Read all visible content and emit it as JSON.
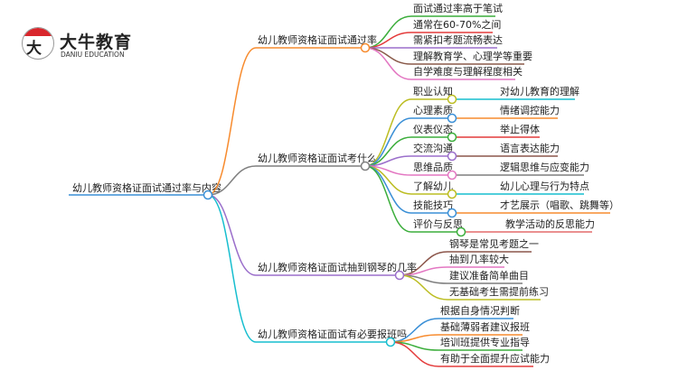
{
  "logo": {
    "cn": "大牛教育",
    "en": "DANIU EDUCATION",
    "mark": "大牛"
  },
  "root": {
    "label": "幼儿教师资格证面试通过率与内容",
    "color": "#3a8fd6"
  },
  "branches": [
    {
      "label": "幼儿教师资格证面试通过率",
      "color": "#f78b2e",
      "children": [
        {
          "label": "面试通过率高于笔试",
          "color": "#3cae3c"
        },
        {
          "label": "通常在60-70%之间",
          "color": "#e43b3b"
        },
        {
          "label": "需紧扣考题流畅表达",
          "color": "#9b6fcb"
        },
        {
          "label": "理解教育学、心理学等重要",
          "color": "#8a5a4a"
        },
        {
          "label": "自学难度与理解程度相关",
          "color": "#e377c2"
        }
      ]
    },
    {
      "label": "幼儿教师资格证面试考什么",
      "color": "#7f7f7f",
      "children": [
        {
          "label": "职业认知",
          "color": "#bcbd22",
          "detail": "对幼儿教育的理解",
          "detail_color": "#17becf"
        },
        {
          "label": "心理素质",
          "color": "#3a8fd6",
          "detail": "情绪调控能力",
          "detail_color": "#f78b2e"
        },
        {
          "label": "仪表仪态",
          "color": "#3cae3c",
          "detail": "举止得体",
          "detail_color": "#e43b3b"
        },
        {
          "label": "交流沟通",
          "color": "#9b6fcb",
          "detail": "语言表达能力",
          "detail_color": "#8c564b"
        },
        {
          "label": "思维品质",
          "color": "#e377c2",
          "detail": "逻辑思维与应变能力",
          "detail_color": "#7f7f7f"
        },
        {
          "label": "了解幼儿",
          "color": "#bcbd22",
          "detail": "幼儿心理与行为特点",
          "detail_color": "#17becf"
        },
        {
          "label": "技能技巧",
          "color": "#3a8fd6",
          "detail": "才艺展示（唱歌、跳舞等）",
          "detail_color": "#f78b2e"
        },
        {
          "label": "评价与反思",
          "color": "#3cae3c",
          "detail": "教学活动的反思能力",
          "detail_color": "#e46b6b"
        }
      ]
    },
    {
      "label": "幼儿教师资格证面试抽到钢琴的几率",
      "color": "#9b6fcb",
      "children": [
        {
          "label": "钢琴是常见考题之一",
          "color": "#8c564b"
        },
        {
          "label": "抽到几率较大",
          "color": "#e377c2"
        },
        {
          "label": "建议准备简单曲目",
          "color": "#7f7f7f"
        },
        {
          "label": "无基础考生需提前练习",
          "color": "#bcbd22"
        }
      ]
    },
    {
      "label": "幼儿教师资格证面试有必要报班吗",
      "color": "#17becf",
      "children": [
        {
          "label": "根据自身情况判断",
          "color": "#3a8fd6"
        },
        {
          "label": "基础薄弱者建议报班",
          "color": "#f78b2e"
        },
        {
          "label": "培训班提供专业指导",
          "color": "#3cae3c"
        },
        {
          "label": "有助于全面提升应试能力",
          "color": "#e43b3b"
        }
      ]
    }
  ]
}
